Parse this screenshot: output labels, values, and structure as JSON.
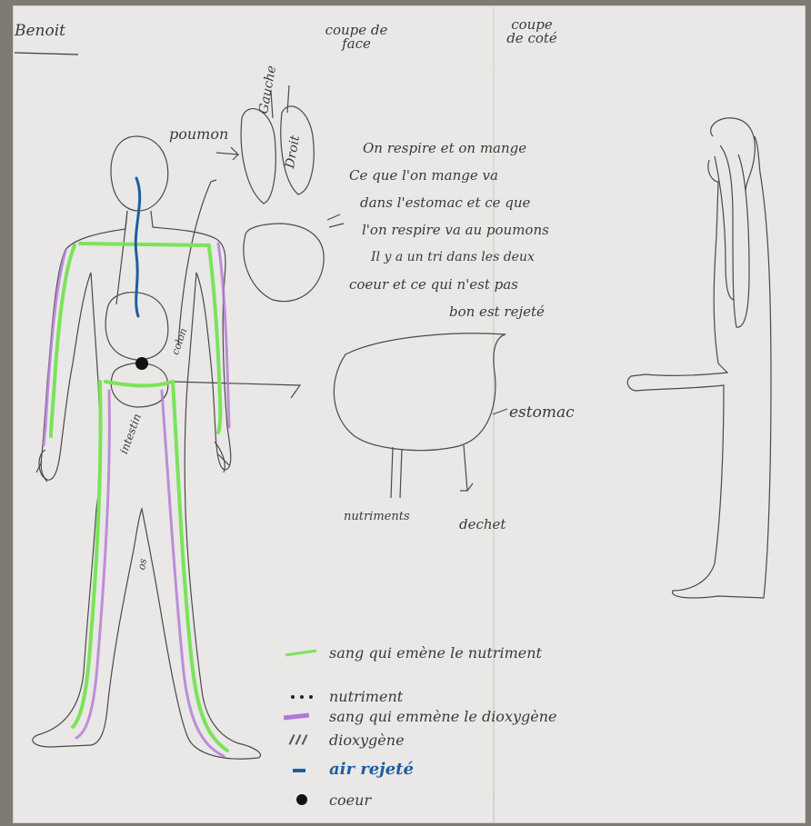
{
  "header": {
    "name": "Benoit",
    "front_view": "coupe de face",
    "side_view": "coupe de coté"
  },
  "labels": {
    "poumon": "poumon",
    "left_lung": "Gauche",
    "right_lung": "Droit",
    "estomac": "estomac",
    "nutriments": "nutriments",
    "dechet": "dechet",
    "intestin": "intestin",
    "colon": "colon",
    "leg": "os"
  },
  "explanation": {
    "lines": [
      "On respire et on mange",
      "Ce que l'on mange va",
      "dans l'estomac et ce que",
      "l'on respire va au poumons",
      "Il y a un tri dans les deux",
      "coeur et ce qui n'est pas",
      "bon est rejeté"
    ]
  },
  "legend": {
    "items": [
      {
        "symbol": "green-line-icon",
        "color": "#7be35a",
        "label": "sang qui emène le nutriment"
      },
      {
        "symbol": "dots-icon",
        "color": "#222222",
        "label": "nutriment"
      },
      {
        "symbol": "purple-line-icon",
        "color": "#b277d6",
        "label": "sang qui emmène le dioxygène"
      },
      {
        "symbol": "hatch-icon",
        "color": "#555555",
        "label": "dioxygène"
      },
      {
        "symbol": "blue-line-icon",
        "color": "#1d5ea0",
        "label": "air rejeté"
      },
      {
        "symbol": "black-dot-icon",
        "color": "#111111",
        "label": "coeur"
      }
    ]
  },
  "colors": {
    "paper": "#e9e8e6",
    "pencil": "#3a3a3a",
    "green": "#7be35a",
    "purple": "#b277d6",
    "blue": "#1d5ea0"
  }
}
